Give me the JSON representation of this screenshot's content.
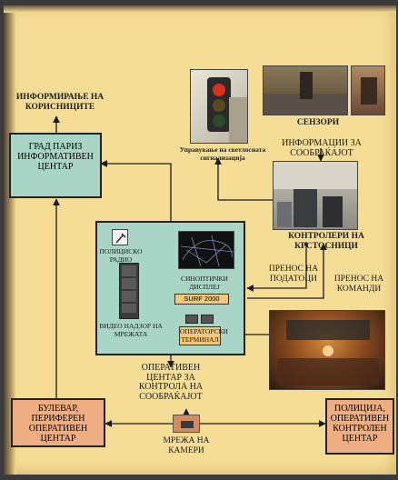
{
  "labels": {
    "user_info": "ИНФОРМИРАЊЕ НА КОРИСНИЦИТЕ",
    "city_center": "ГРАД ПАРИЗ ИНФОРМАТИВЕН ЦЕНТАР",
    "traffic_lights": "Управување на светлосната сигнализација",
    "sensors_title": "СЕНЗОРИ",
    "sensors_info": "ИНФОРМАЦИИ ЗА СООБРАЌАЈОТ",
    "controllers": "КОНТРОЛЕРИ НА КРСТОСНИЦИ",
    "data_transfer": "ПРЕНОС НА ПОДАТОЦИ",
    "command_transfer": "ПРЕНОС НА КОМАНДИ",
    "police_radio": "ПОЛИЦИСКО РАДИО",
    "synoptic": "СИНОПТИЧКИ ДИСПЛЕЈ",
    "video_surveillance": "ВИДЕО НАДЗОР НА МРЕЖАТА",
    "surf": "SURF 2000",
    "operator_terminal": "ОПЕРАТОРСКИ ТЕРМИНАЛ",
    "ops_center": "ОПЕРАТИВЕН ЦЕНТАР ЗА КОНТРОЛА НА СООБРАЌАЈОТ",
    "boulevard": "БУЛЕВАР, ПЕРИФЕРЕН ОПЕРАТИВЕН ЦЕНТАР",
    "police_center": "ПОЛИЦИЈА, ОПЕРАТИВЕН КОНТРОЛЕН ЦЕНТАР",
    "camera_network": "МРЕЖА НА КАМЕРИ"
  },
  "colors": {
    "page": "#f6dd96",
    "teal_box": "#a9d5c6",
    "orange_box": "#eeae82",
    "surf_box": "#f4c878"
  }
}
